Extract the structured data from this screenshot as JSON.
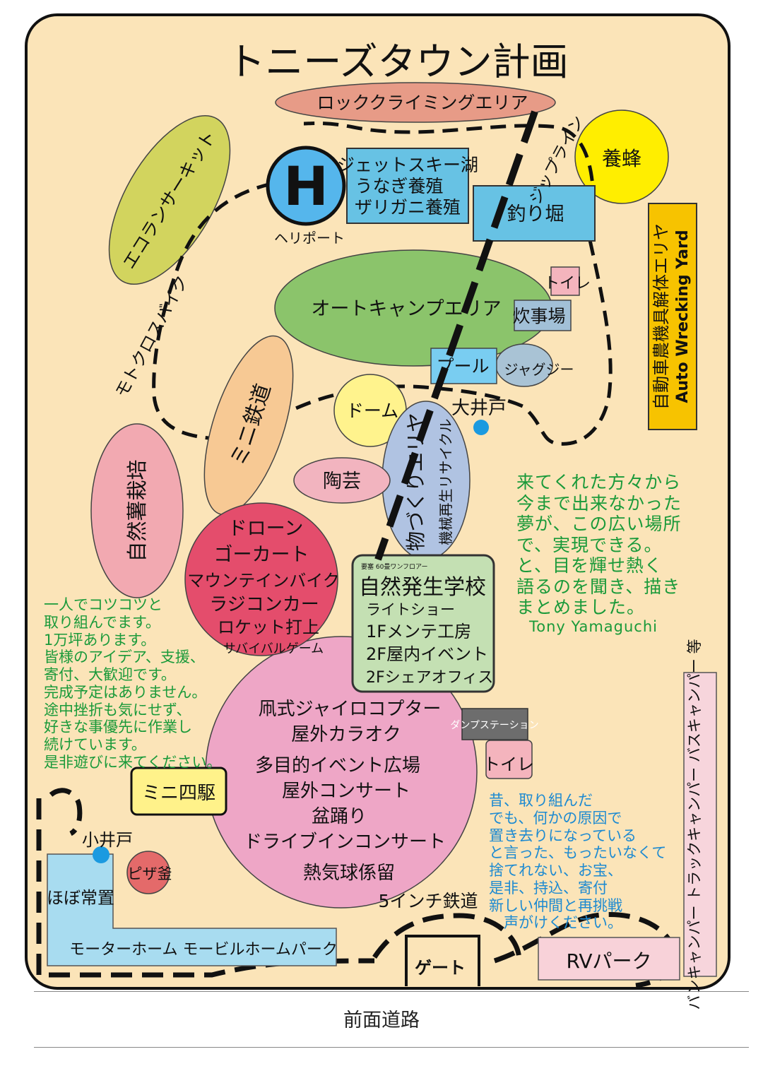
{
  "title": "トニーズタウン計画",
  "zones": {
    "rock_climbing": "ロッククライミングエリア",
    "zipline": "ジップライン",
    "bees": "養蜂",
    "eco_run": "エコランサーキット",
    "helipad_symbol": "H",
    "heliport": "ヘリポート",
    "jetski_lines": [
      "ジェットスキー湖",
      "うなぎ養殖",
      "ザリガニ養殖"
    ],
    "fishing": "釣り堀",
    "auto_wrecking_jp": "自動車農機具解体エリヤ",
    "auto_wrecking_en": "Auto Wrecking Yard",
    "motocross": "モトクロスバイク",
    "auto_camp": "オートキャンプエリア",
    "toilet_top": "トイレ",
    "kitchen": "炊事場",
    "pool": "プール",
    "jacuzzi": "ジャグジー",
    "mini_railway": "ミニ鉄道",
    "dome": "ドーム",
    "well_large": "大井戸",
    "monozukuri_main": "物づくりエリヤ",
    "monozukuri_sub": "機械再生リサイクル",
    "pottery": "陶芸",
    "natural_farming": "自然薯栽培",
    "activity_lines": [
      "ドローン",
      "ゴーカート",
      "マウンテインバイク",
      "ラジコンカー",
      "ロケット打上",
      "サバイバルゲーム"
    ],
    "school_note": "要塞 60畳ワンフロアー",
    "school_title": "自然発生学校",
    "school_lines": [
      "ライトショー",
      "1Fメンテ工房",
      "2F屋内イベント",
      "2Fシェアオフィス"
    ],
    "event_lines": [
      "凧式ジャイロコプター",
      "屋外カラオク",
      "多目的イベント広場",
      "屋外コンサート",
      "盆踊り",
      "ドライブインコンサート",
      "熱気球係留"
    ],
    "dump_station": "ダンプステーション",
    "toilet_bottom": "トイレ",
    "mini_4wd": "ミニ四駆",
    "well_small": "小井戸",
    "pizza_oven": "ピザ釜",
    "resident": "ほぼ常置",
    "motorhome_park": "モーターホーム モービルホームパーク",
    "railway_5inch": "5インチ鉄道",
    "gate": "ゲート",
    "rv_park": "RVパーク",
    "campers": "バンキャンパー トラックキャンパー バスキャンパー 等"
  },
  "notes": {
    "dream": [
      "来てくれた方々から",
      "今まで出来なかった",
      "夢が、この広い場所",
      "で、実現できる。",
      "と、目を輝せ熱く",
      "語るのを聞き、描き",
      "まとめました。"
    ],
    "signature": "Tony Yamaguchi",
    "solo": [
      "一人でコツコツと",
      "取り組んでます。",
      "1万坪あります。",
      "皆様のアイデア、支援、",
      "寄付、大歓迎です。",
      "完成予定はありません。",
      "途中挫折も気にせず、",
      "好きな事優先に作業し",
      "続けています。",
      "是非遊びに来てください。"
    ],
    "treasure": [
      "昔、取り組んだ",
      "でも、何かの原因で",
      "置き去りになっている",
      "と言った、もったいなくて",
      "捨てれない、お宝、",
      "是非、持込、寄付",
      "新しい仲間と再挑戦",
      "　声がけください。"
    ]
  },
  "road": "前面道路",
  "colors": {
    "ground": "#fbe4b8",
    "outline": "#111111",
    "rock": "#e79b87",
    "bees": "#ffee00",
    "eco": "#d2d45e",
    "helipad": "#55b6ec",
    "water": "#67c2e4",
    "wrecking": "#f7c300",
    "camp": "#8bc46b",
    "toilet": "#f4b4bd",
    "kitchen": "#a2c0d7",
    "pool": "#79cdf1",
    "jacuzzi": "#a9c3d5",
    "railway": "#f7c994",
    "dome": "#fff38d",
    "well": "#1b9ae0",
    "monozukuri": "#b0c3e2",
    "pottery": "#f2b4bf",
    "farming": "#f2a9b1",
    "activity": "#e44d6c",
    "school": "#c4e0b3",
    "event": "#eea6c6",
    "dump": "#6d6d6d",
    "mini4wd": "#fff28a",
    "pizza": "#e46a6a",
    "motorhome": "#a8dcf0",
    "rv": "#f8d2d9",
    "campers": "#f7d5dc",
    "green_text": "#1a9a3a",
    "blue_text": "#1d8ad1"
  }
}
